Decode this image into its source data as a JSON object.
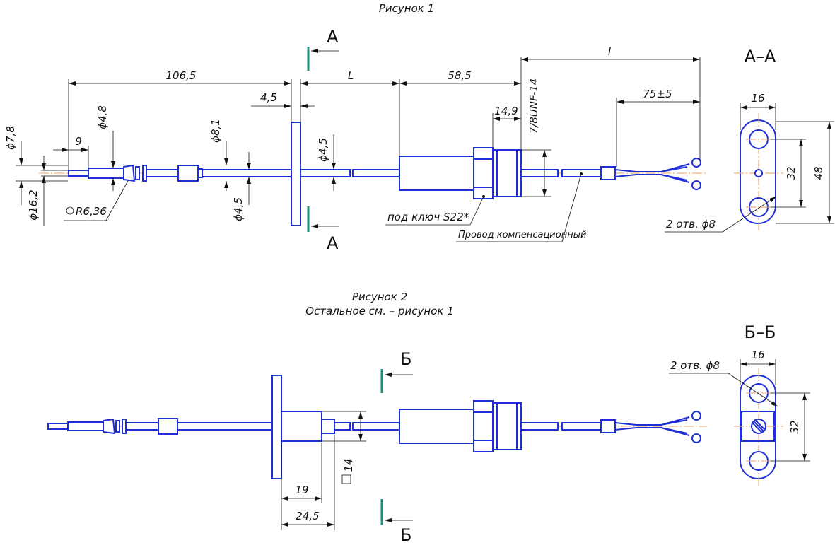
{
  "figure1": {
    "caption": "Рисунок 1",
    "dims": {
      "d7_8": "ϕ7,8",
      "d16_2": "ϕ16,2",
      "len9": "9",
      "d4_8": "ϕ4,8",
      "r6_36": "R6,36",
      "len106_5": "106,5",
      "d8_1": "ϕ8,1",
      "d4_5_left": "ϕ4,5",
      "len4_5": "4,5",
      "d4_5_right": "ϕ4,5",
      "L": "L",
      "len58_5": "58,5",
      "len14_9": "14,9",
      "thread": "7/8UNF-14",
      "l": "l",
      "len75": "75±5"
    },
    "labels": {
      "wrench": "под ключ S22*",
      "wire": "Провод компенсационный"
    },
    "section_letter": "А"
  },
  "sectionAA": {
    "title": "А–А",
    "dims": {
      "w16": "16",
      "h32": "32",
      "h48": "48",
      "holes": "2 отв. ϕ8"
    }
  },
  "figure2": {
    "caption": "Рисунок 2",
    "caption2": "Остальное см. – рисунок 1",
    "dims": {
      "len19": "19",
      "len24_5": "24,5",
      "sq14": "14"
    },
    "section_letter": "Б"
  },
  "sectionBB": {
    "title": "Б–Б",
    "dims": {
      "w16": "16",
      "h32": "32",
      "holes": "2 отв. ϕ8"
    }
  },
  "colors": {
    "part": "#1f2fd6",
    "cut_mark": "#1e8c7e",
    "centerline": "#e8a060"
  }
}
